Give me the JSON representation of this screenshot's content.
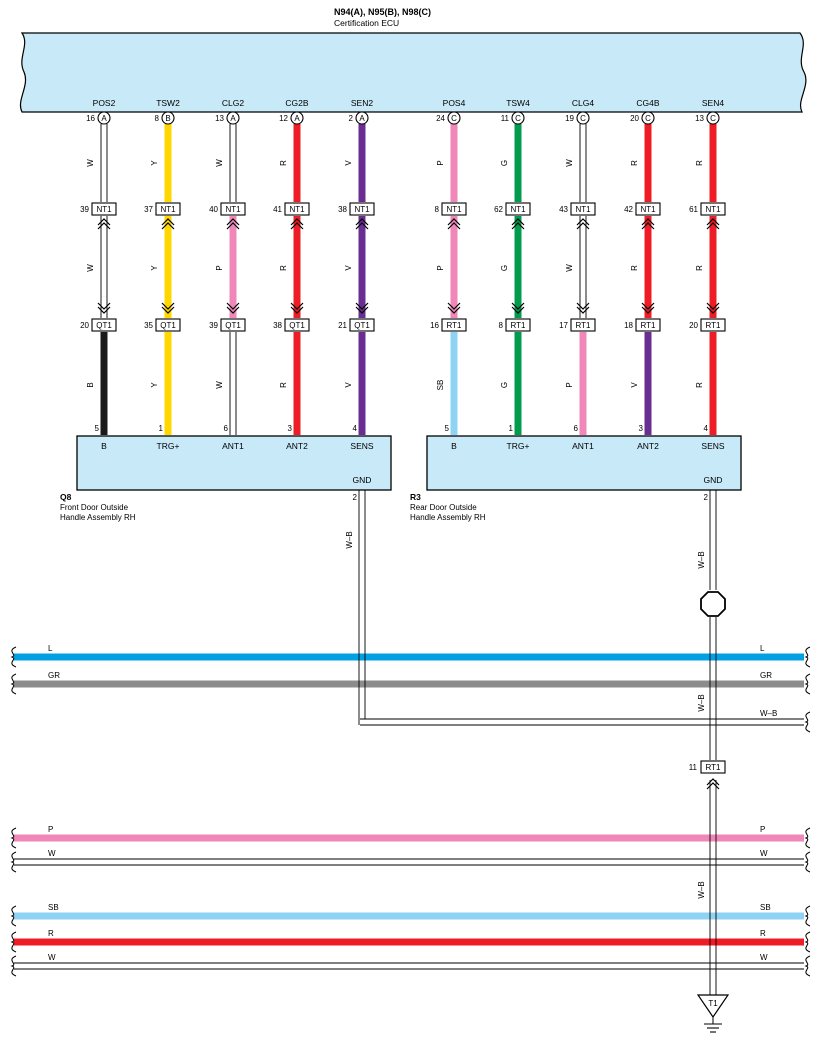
{
  "ecu": {
    "title": "N94(A), N95(B), N98(C)",
    "name": "Certification ECU"
  },
  "colors": {
    "W": "#ffffff",
    "Y": "#ffd700",
    "R": "#ee1c25",
    "V": "#6a2d91",
    "P": "#ef87b9",
    "G": "#009b4c",
    "B": "#1a1a1a",
    "SB": "#8fd3f4",
    "L": "#00a0e3",
    "GR": "#8c8c8c",
    "box_fill": "#c8e9f8"
  },
  "circuits": [
    {
      "pin_name": "POS2",
      "pin": "16",
      "conn": "A",
      "wire1": "W",
      "nt_pin": "39",
      "nt": "NT1",
      "wire2": "W",
      "qt_pin": "20",
      "qt": "QT1",
      "wire3": "B",
      "dev_pin": "5",
      "dev_label": "B"
    },
    {
      "pin_name": "TSW2",
      "pin": "8",
      "conn": "B",
      "wire1": "Y",
      "nt_pin": "37",
      "nt": "NT1",
      "wire2": "Y",
      "qt_pin": "35",
      "qt": "QT1",
      "wire3": "Y",
      "dev_pin": "1",
      "dev_label": "TRG+"
    },
    {
      "pin_name": "CLG2",
      "pin": "13",
      "conn": "A",
      "wire1": "W",
      "nt_pin": "40",
      "nt": "NT1",
      "wire2": "P",
      "qt_pin": "39",
      "qt": "QT1",
      "wire3": "W",
      "dev_pin": "6",
      "dev_label": "ANT1"
    },
    {
      "pin_name": "CG2B",
      "pin": "12",
      "conn": "A",
      "wire1": "R",
      "nt_pin": "41",
      "nt": "NT1",
      "wire2": "R",
      "qt_pin": "38",
      "qt": "QT1",
      "wire3": "R",
      "dev_pin": "3",
      "dev_label": "ANT2"
    },
    {
      "pin_name": "SEN2",
      "pin": "2",
      "conn": "A",
      "wire1": "V",
      "nt_pin": "38",
      "nt": "NT1",
      "wire2": "V",
      "qt_pin": "21",
      "qt": "QT1",
      "wire3": "V",
      "dev_pin": "4",
      "dev_label": "SENS"
    },
    {
      "pin_name": "POS4",
      "pin": "24",
      "conn": "C",
      "wire1": "P",
      "nt_pin": "8",
      "nt": "NT1",
      "wire2": "P",
      "qt_pin": "16",
      "qt": "RT1",
      "wire3": "SB",
      "dev_pin": "5",
      "dev_label": "B"
    },
    {
      "pin_name": "TSW4",
      "pin": "11",
      "conn": "C",
      "wire1": "G",
      "nt_pin": "62",
      "nt": "NT1",
      "wire2": "G",
      "qt_pin": "8",
      "qt": "RT1",
      "wire3": "G",
      "dev_pin": "1",
      "dev_label": "TRG+"
    },
    {
      "pin_name": "CLG4",
      "pin": "19",
      "conn": "C",
      "wire1": "W",
      "nt_pin": "43",
      "nt": "NT1",
      "wire2": "W",
      "qt_pin": "17",
      "qt": "RT1",
      "wire3": "P",
      "dev_pin": "6",
      "dev_label": "ANT1"
    },
    {
      "pin_name": "CG4B",
      "pin": "20",
      "conn": "C",
      "wire1": "R",
      "nt_pin": "42",
      "nt": "NT1",
      "wire2": "R",
      "qt_pin": "18",
      "qt": "RT1",
      "wire3": "V",
      "dev_pin": "3",
      "dev_label": "ANT2"
    },
    {
      "pin_name": "SEN4",
      "pin": "13",
      "conn": "C",
      "wire1": "R",
      "nt_pin": "61",
      "nt": "NT1",
      "wire2": "R",
      "qt_pin": "20",
      "qt": "RT1",
      "wire3": "R",
      "dev_pin": "4",
      "dev_label": "SENS"
    }
  ],
  "devices": [
    {
      "code": "Q8",
      "name_line1": "Front Door Outside",
      "name_line2": "Handle Assembly RH",
      "gnd_label": "GND",
      "gnd_pin": "2",
      "gnd_wire": "W–B"
    },
    {
      "code": "R3",
      "name_line1": "Rear Door Outside",
      "name_line2": "Handle Assembly RH",
      "gnd_label": "GND",
      "gnd_pin": "2",
      "gnd_wire": "W–B"
    }
  ],
  "buses": [
    {
      "color": "L",
      "label": "L"
    },
    {
      "color": "GR",
      "label": "GR"
    },
    {
      "color": "W",
      "label": "W–B",
      "left_label": ""
    },
    {
      "color": "P",
      "label": "P"
    },
    {
      "color": "W",
      "label": "W"
    },
    {
      "color": "SB",
      "label": "SB"
    },
    {
      "color": "R",
      "label": "R"
    },
    {
      "color": "W",
      "label": "W"
    }
  ],
  "ground_path": {
    "wire_label_1": "W–B",
    "wire_label_2": "W–B",
    "wire_label_3": "W–B",
    "rt_pin": "11",
    "rt_conn": "RT1",
    "ground_point": "T1"
  }
}
